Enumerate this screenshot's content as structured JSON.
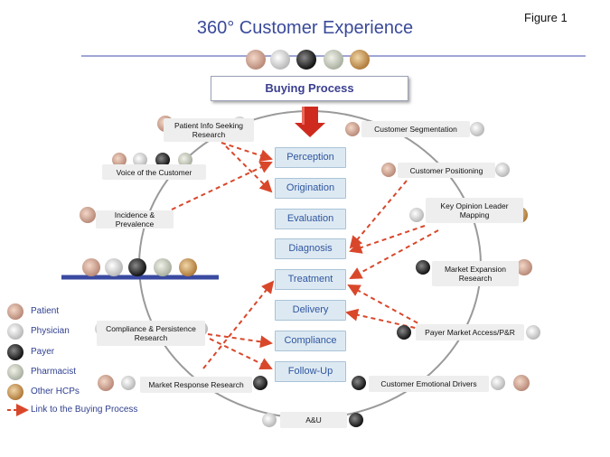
{
  "figure_label": "Figure 1",
  "title": "360° Customer Experience",
  "buying_process_label": "Buying Process",
  "stages": [
    "Perception",
    "Origination",
    "Evaluation",
    "Diagnosis",
    "Treatment",
    "Delivery",
    "Compliance",
    "Follow-Up"
  ],
  "research_labels": {
    "patient_info_seeking": "Patient Info Seeking Research",
    "customer_segmentation": "Customer Segmentation",
    "voice_of_customer": "Voice of the Customer",
    "customer_positioning": "Customer Positioning",
    "key_opinion_leader": "Key Opinion Leader Mapping",
    "incidence_prevalence": "Incidence & Prevalence",
    "market_expansion": "Market Expansion Research",
    "compliance_persistence": "Compliance & Persistence Research",
    "payer_market_access": "Payer Market Access/P&R",
    "market_response": "Market Response Research",
    "customer_emotional_drivers": "Customer Emotional Drivers",
    "au": "A&U"
  },
  "legend": [
    {
      "icon": "patient-icon",
      "label": "Patient"
    },
    {
      "icon": "physician-icon",
      "label": "Physician"
    },
    {
      "icon": "payer-icon",
      "label": "Payer"
    },
    {
      "icon": "pharmacist-icon",
      "label": "Pharmacist"
    },
    {
      "icon": "other-hcps-icon",
      "label": "Other HCPs"
    },
    {
      "icon": "dashed-arrow-icon",
      "label": "Link to the Buying Process"
    }
  ],
  "colors": {
    "title": "#3a4a9a",
    "link_arrow": "#d9472b",
    "stage_fill": "#dde9f2",
    "circle": "#999999",
    "bar": "#3a4aa0"
  }
}
